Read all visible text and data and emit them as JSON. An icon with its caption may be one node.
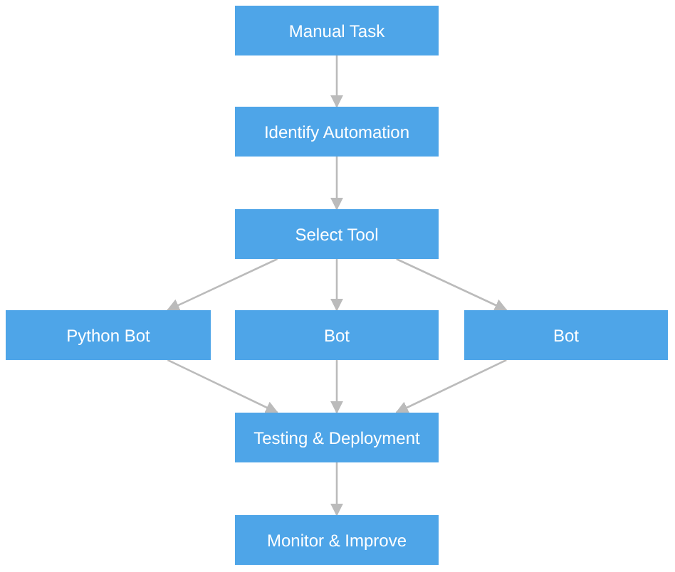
{
  "diagram": {
    "nodes": [
      {
        "text": [
          "Manual Task"
        ]
      },
      {
        "text": [
          "Identify Automation"
        ]
      },
      {
        "text": [
          "Select Tool"
        ]
      },
      {
        "text": [
          "Python Bot"
        ]
      },
      {
        "text": [
          "Bot"
        ]
      },
      {
        "text": [
          "Bot"
        ]
      },
      {
        "text": [
          "Testing & Deployment"
        ]
      },
      {
        "text": [
          "Monitor & Improve"
        ]
      }
    ],
    "edges": [
      {
        "from": 0,
        "to": 1,
        "arrow": "to"
      },
      {
        "from": 1,
        "to": 2,
        "arrow": "to"
      },
      {
        "from": 2,
        "to": 3,
        "arrow": "to"
      },
      {
        "from": 2,
        "to": 4,
        "arrow": "to"
      },
      {
        "from": 2,
        "to": 5,
        "arrow": "to"
      },
      {
        "from": 3,
        "to": 6,
        "arrow": "to"
      },
      {
        "from": 4,
        "to": 6,
        "arrow": "to"
      },
      {
        "from": 5,
        "to": 6,
        "arrow": "to"
      },
      {
        "from": 6,
        "to": 7,
        "arrow": "to"
      }
    ]
  }
}
